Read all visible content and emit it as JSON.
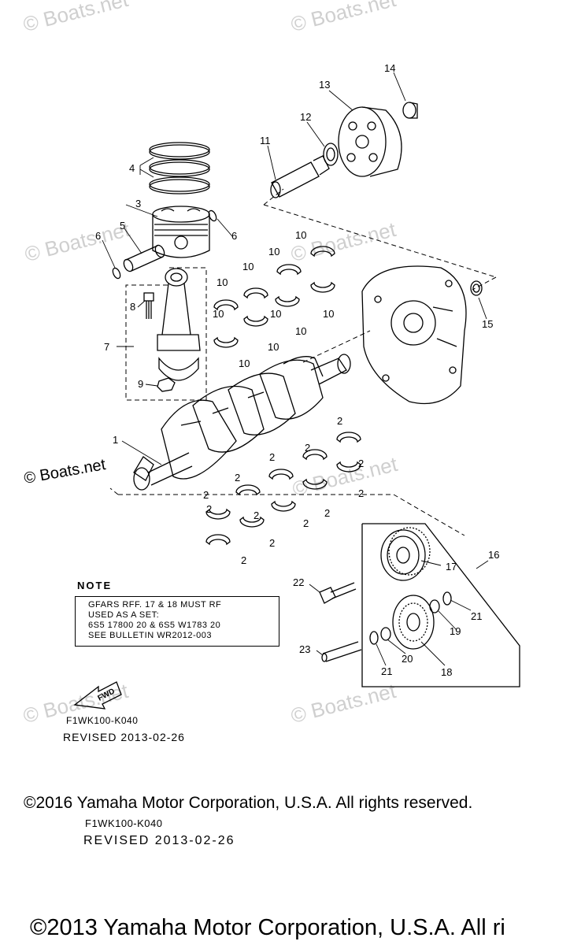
{
  "watermark": {
    "text": "© Boats.net"
  },
  "watermark_emphasis": {
    "text": "© Boats.net"
  },
  "callouts": [
    "1",
    "2",
    "2",
    "2",
    "2",
    "2",
    "2",
    "2",
    "2",
    "2",
    "2",
    "2",
    "2",
    "2",
    "3",
    "4",
    "5",
    "6",
    "6",
    "7",
    "8",
    "9",
    "10",
    "10",
    "10",
    "10",
    "10",
    "10",
    "10",
    "10",
    "10",
    "10",
    "11",
    "12",
    "13",
    "14",
    "15",
    "16",
    "17",
    "18",
    "19",
    "20",
    "21",
    "21",
    "22",
    "23"
  ],
  "note": {
    "title": "NOTE",
    "lines": [
      "GFARS RFF. 17 & 18 MUST RF",
      "USED AS A SET:",
      "6S5 17800 20 & 6S5 W1783 20",
      "SEE BULLETIN WR2012-003"
    ]
  },
  "fwd_label": "FWD",
  "diagram_code": "F1WK100-K040",
  "diagram_revised": "REVISED 2013-02-26",
  "footer": {
    "copyright_2016": "©2016 Yamaha Motor Corporation, U.S.A. All rights reserved.",
    "code": "F1WK100-K040",
    "revised": "REVISED 2013-02-26",
    "copyright_2013": "©2013 Yamaha Motor Corporation, U.S.A. All ri"
  }
}
